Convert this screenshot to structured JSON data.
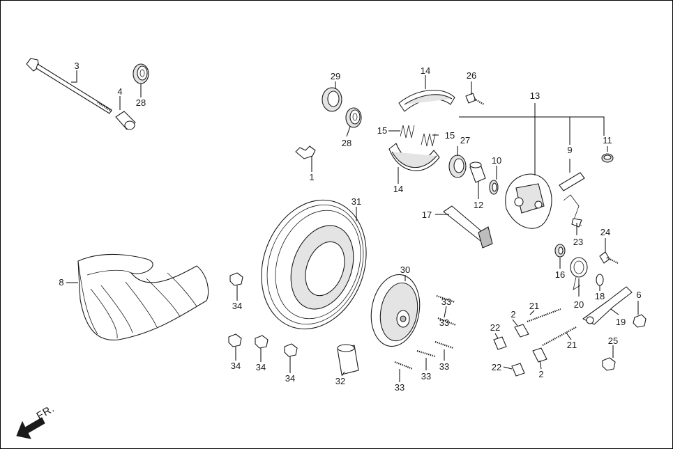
{
  "diagram": {
    "direction_label": "FR.",
    "callouts": {
      "c1": "1",
      "c2a": "2",
      "c2b": "2",
      "c3": "3",
      "c4": "4",
      "c6": "6",
      "c8": "8",
      "c9": "9",
      "c10": "10",
      "c11": "11",
      "c12": "12",
      "c13": "13",
      "c14a": "14",
      "c14b": "14",
      "c15a": "15",
      "c15b": "15",
      "c16": "16",
      "c17": "17",
      "c18": "18",
      "c19": "19",
      "c20": "20",
      "c21a": "21",
      "c21b": "21",
      "c22a": "22",
      "c22b": "22",
      "c23": "23",
      "c24": "24",
      "c25": "25",
      "c26": "26",
      "c27": "27",
      "c28a": "28",
      "c28b": "28",
      "c29": "29",
      "c30": "30",
      "c31": "31",
      "c32": "32",
      "c33a": "33",
      "c33b": "33",
      "c33c": "33",
      "c33d": "33",
      "c33e": "33",
      "c34a": "34",
      "c34b": "34",
      "c34c": "34",
      "c34d": "34"
    }
  }
}
